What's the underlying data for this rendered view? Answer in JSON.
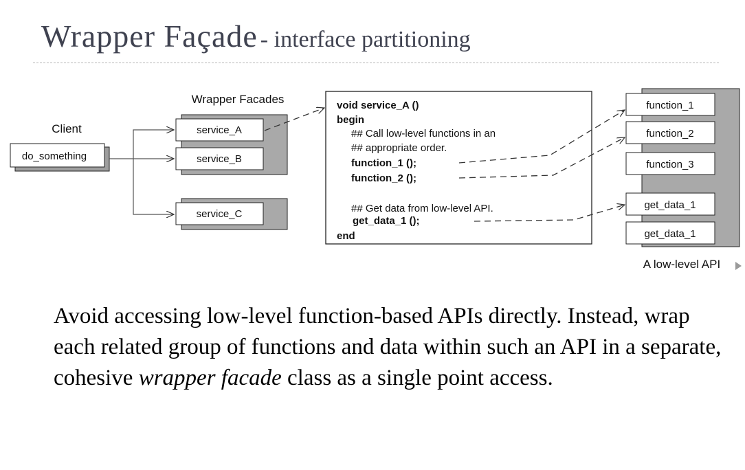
{
  "title": {
    "main": "Wrapper Façade",
    "sub": "- interface partitioning"
  },
  "diagram": {
    "client_label": "Client",
    "client_method": "do_something",
    "facades_label": "Wrapper Facades",
    "services": [
      "service_A",
      "service_B",
      "service_C"
    ],
    "code_lines": [
      "void service_A ()",
      "begin",
      "## Call low-level functions in an",
      "## appropriate order.",
      "function_1 ();",
      "function_2 ();",
      "## Get data from low-level API.",
      "get_data_1 ();",
      "end"
    ],
    "api_functions": [
      "function_1",
      "function_2",
      "function_3",
      "get_data_1",
      "get_data_1"
    ],
    "api_label": "A low-level API"
  },
  "body": {
    "before": "Avoid accessing low-level function-based APIs directly. Instead, wrap each related group of functions and data within such an API in a separate, cohesive ",
    "emphasis": "wrapper facade",
    "after": " class as a single point access."
  }
}
